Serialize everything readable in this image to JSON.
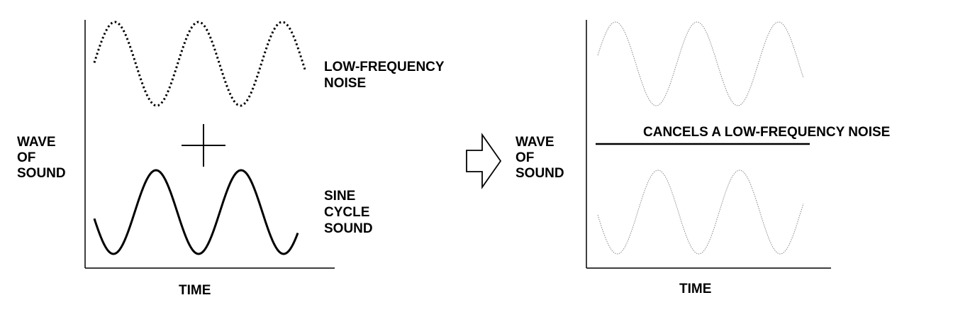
{
  "left_panel": {
    "y_label": [
      "WAVE",
      "OF",
      "SOUND"
    ],
    "x_label": "TIME",
    "noise_label": [
      "LOW-FREQUENCY",
      "NOISE"
    ],
    "sine_label": [
      "SINE",
      "CYCLE",
      "SOUND"
    ],
    "operator_symbol": "plus-sign"
  },
  "flow_icon": "right-arrow-icon",
  "right_panel": {
    "y_label": [
      "WAVE",
      "OF",
      "SOUND"
    ],
    "x_label": "TIME",
    "result_label": "CANCELS A LOW-FREQUENCY NOISE"
  },
  "colors": {
    "ink": "#000000",
    "faint_wave": "#8a8a8a",
    "background": "#ffffff"
  }
}
